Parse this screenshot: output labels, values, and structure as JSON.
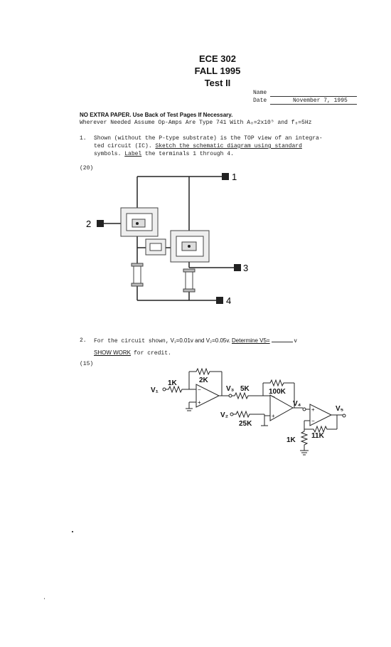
{
  "header": {
    "course": "ECE 302",
    "term": "FALL 1995",
    "test": "Test II",
    "name_label": "Name",
    "date_label": "Date",
    "date_value": "November 7, 1995"
  },
  "instructions": {
    "line1": "NO EXTRA PAPER. Use Back of Test Pages If Necessary.",
    "line2": "Wherever Needed Assume Op-Amps Are Type 741 With A₀=2x10⁵ and f₀=5Hz"
  },
  "q1": {
    "num": "1.",
    "text_line1": "Shown (without the P-type substrate) is the TOP view of an integra-",
    "text_line2_a": "ted circuit (IC).",
    "text_line2_b": "Sketch the schematic diagram using standard",
    "text_line3_a": "symbols.",
    "text_line3_b": "Label",
    "text_line3_c": "the terminals 1 through 4.",
    "points": "(20)",
    "terminals": [
      "1",
      "2",
      "3",
      "4"
    ]
  },
  "q2": {
    "num": "2.",
    "text_a": "For the circuit shown,",
    "text_b": "V₁=0.01v and V₂=0.05v.",
    "text_c": "Determine V5=",
    "text_d": "v",
    "show_work": "SHOW WORK",
    "for_credit": "for credit.",
    "points": "(15)",
    "labels": {
      "v1": "V₁",
      "r1": "1K",
      "r2": "2K",
      "v3": "V₃",
      "r3": "5K",
      "r4": "100K",
      "v2": "V₂",
      "r5": "25K",
      "v4": "V₄",
      "v5": "V₅",
      "r6": "11K",
      "r7": "1K"
    }
  }
}
